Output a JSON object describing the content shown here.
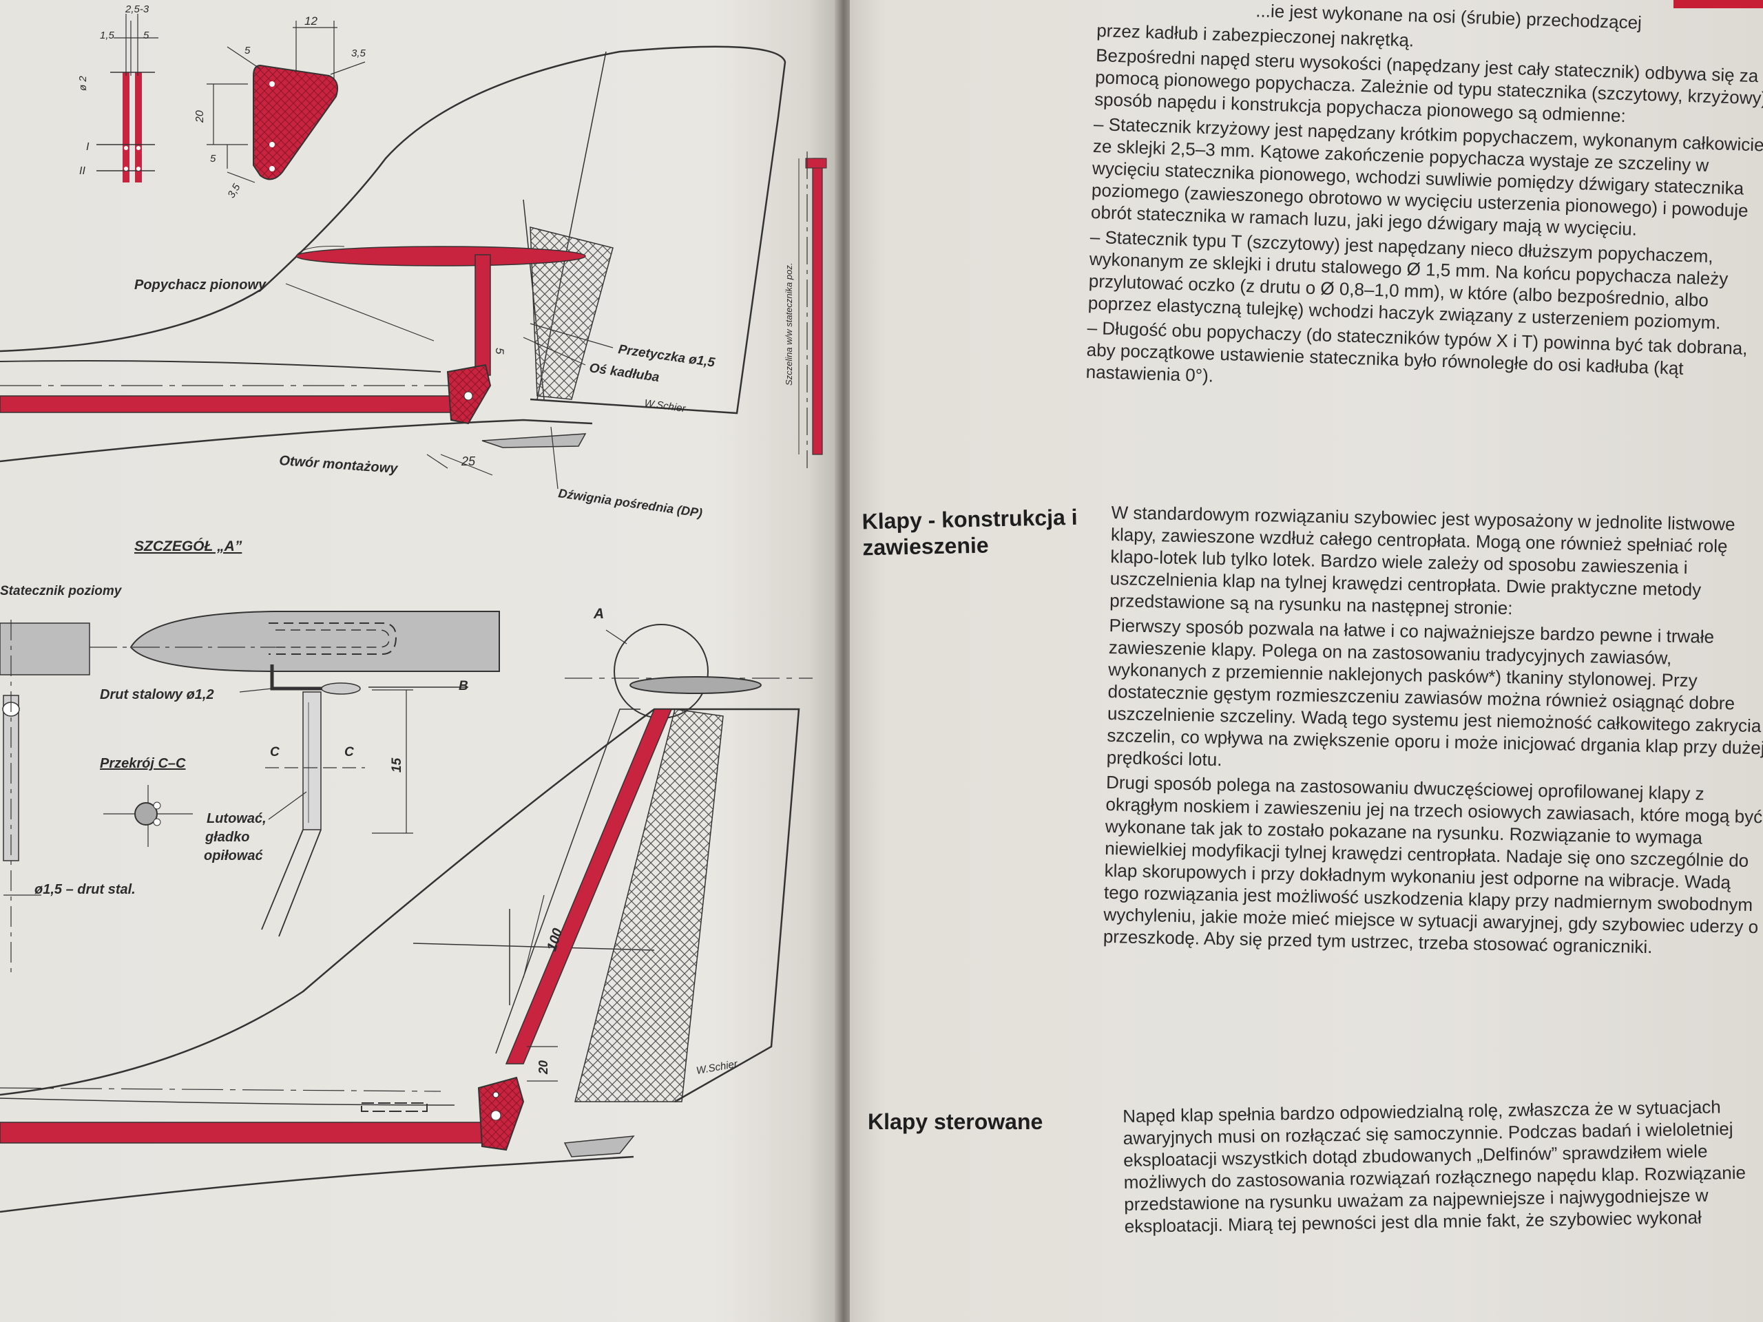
{
  "left_page": {
    "labels": {
      "popychacz": "Popychacz pionowy",
      "przetyczka": "Przetyczka ø1,5",
      "os_kadluba": "Oś kadłuba",
      "signature1": "W.Schier",
      "otwor": "Otwór montażowy",
      "dim_25": "25",
      "dzwignia": "Dźwignia pośrednia (DP)",
      "side_vert": "Szczelina w/w statecznika poz.",
      "szczegol": "SZCZEGÓŁ „A”",
      "statecznik_poziomy": "Statecznik poziomy",
      "drut": "Drut stalowy ø1,2",
      "b": "B",
      "a_marker": "A",
      "przekroj": "Przekrój C–C",
      "c1": "C",
      "c2": "C",
      "dim_15": "15",
      "lutowac1": "Lutować,",
      "lutowac2": "gładko",
      "lutowac3": "opiłować",
      "drut_stal": "ø1,5 – drut stal.",
      "dim_100": "100",
      "dim_20b": "20",
      "signature2": "W.Schier",
      "dim_12": "12",
      "dim_5a": "5",
      "dim_35a": "3,5",
      "dim_20a": "20",
      "dim_5b": "5",
      "dim_35b": "3,5",
      "dim_15a": "1,5",
      "dim_253": "2,5-3",
      "dim_5c": "5",
      "roman1": "I",
      "roman2": "II",
      "dim_phi2": "ø 2"
    }
  },
  "right_page": {
    "intro_lines": [
      "...ie jest wykonane na osi (śrubie) przechodzącej",
      "przez kadłub i zabezpieczonej nakrętką."
    ],
    "para1": "Bezpośredni napęd steru wysokości (napędzany jest cały statecznik) odbywa się za pomocą pionowego popychacza. Zależnie od typu statecznika (szczytowy, krzyżowy) sposób napędu i konstrukcja popychacza pionowego są odmienne:",
    "bullet1": "– Statecznik krzyżowy jest napędzany krótkim popychaczem, wykonanym całkowicie ze sklejki 2,5–3 mm. Kątowe zakończenie popychacza wystaje ze szczeliny w wycięciu statecznika pionowego, wchodzi suwliwie pomiędzy dźwigary statecznika poziomego (zawieszonego obrotowo w wycięciu usterzenia pionowego) i powoduje obrót statecznika w ramach luzu, jaki jego dźwigary mają w wycięciu.",
    "bullet2": "– Statecznik typu T (szczytowy) jest napędzany nieco dłuższym popychaczem, wykonanym ze sklejki i drutu stalowego Ø 1,5 mm. Na końcu popychacza należy przylutować oczko (z drutu o Ø 0,8–1,0 mm), w które (albo bezpośrednio, albo poprzez elastyczną tulejkę) wchodzi haczyk związany z usterzeniem poziomym.",
    "bullet3": "– Długość obu popychaczy (do stateczników typów X i T) powinna być tak dobrana, aby początkowe ustawienie statecznika było równoległe do osi kadłuba (kąt nastawienia 0°).",
    "heading1": "Klapy - konstrukcja i zawieszenie",
    "section1_p1": "W standardowym rozwiązaniu szybowiec jest wyposażony w jednolite listwowe klapy, zawieszone wzdłuż całego centropłata. Mogą one również spełniać rolę klapo-lotek lub tylko lotek. Bardzo wiele zależy od sposobu zawieszenia i uszczelnienia klap na tylnej krawędzi centropłata. Dwie praktyczne metody przedstawione są na rysunku na następnej stronie:",
    "section1_p2": "Pierwszy sposób pozwala na łatwe i co najważniejsze bardzo pewne i trwałe zawieszenie klapy. Polega on na zastosowaniu tradycyjnych zawiasów, wykonanych z przemiennie naklejonych pasków*) tkaniny stylonowej. Przy dostatecznie gęstym rozmieszczeniu zawiasów można również osiągnąć dobre uszczelnienie szczeliny. Wadą tego systemu jest niemożność całkowitego zakrycia szczelin, co wpływa na zwiększenie oporu i może inicjować drgania klap przy dużej prędkości lotu.",
    "section1_p3": "Drugi sposób polega na zastosowaniu dwuczęściowej oprofilowanej klapy z okrągłym noskiem i zawieszeniu jej na trzech osiowych zawiasach, które mogą być wykonane tak jak to zostało pokazane na rysunku. Rozwiązanie to wymaga niewielkiej modyfikacji tylnej krawędzi centropłata. Nadaje się ono szczególnie do klap skorupowych i przy dokładnym wykonaniu jest odporne na wibracje. Wadą tego rozwiązania jest możliwość uszkodzenia klapy przy nadmiernym swobodnym wychyleniu, jakie może mieć miejsce w sytuacji awaryjnej, gdy szybowiec uderzy o przeszkodę. Aby się przed tym ustrzec, trzeba stosować ograniczniki.",
    "heading2": "Klapy sterowane",
    "section2_p1": "Napęd klap spełnia bardzo odpowiedzialną rolę, zwłaszcza że w sytuacjach awaryjnych musi on rozłączać się samoczynnie. Podczas badań i wieloletniej eksploatacji wszystkich dotąd zbudowanych „Delfinów” sprawdziłem wiele możliwych do zastosowania rozwiązań rozłącznego napędu klap. Rozwiązanie przedstawione na rysunku uważam za najpewniejsze i najwygodniejsze w eksploatacji. Miarą tej pewności jest dla mnie fakt, że szybowiec wykonał"
  },
  "colors": {
    "accent_red": "#c8243f",
    "ink": "#2a2a2a",
    "paper": "#e6e4df"
  }
}
